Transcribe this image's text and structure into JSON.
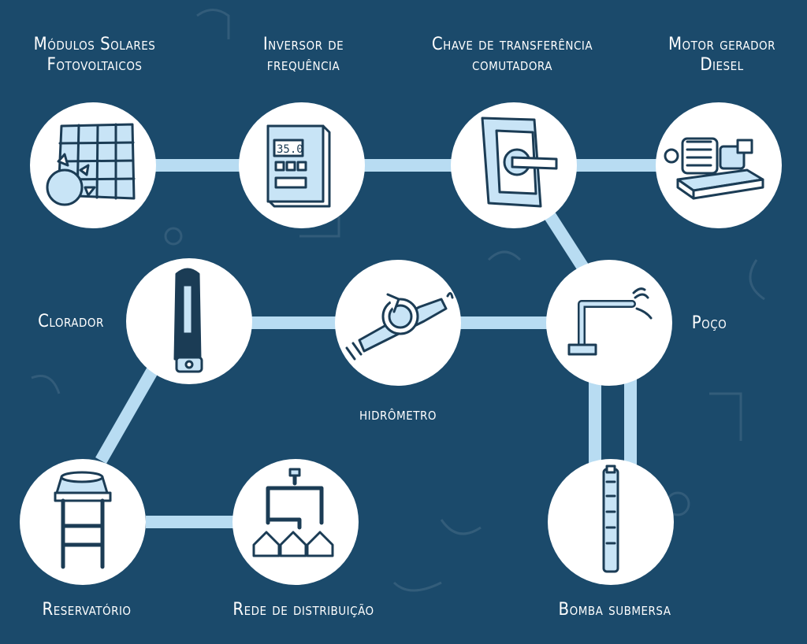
{
  "colors": {
    "background": "#1b4a6b",
    "connector": "#b8dcf2",
    "node_fill": "#ffffff",
    "icon_fill": "#c8e4f6",
    "icon_stroke": "#1b3c55",
    "text": "#ffffff"
  },
  "nodes": {
    "solar": {
      "line1": "Módulos Solares",
      "line2": "Fotovoltaicos",
      "icon": "solar-panel-icon"
    },
    "inverter": {
      "line1": "Inversor de",
      "line2": "frequência",
      "icon": "frequency-inverter-icon",
      "display": "35.0"
    },
    "switch": {
      "line1": "Chave de transferência",
      "line2": "comutadora",
      "icon": "transfer-switch-icon"
    },
    "generator": {
      "line1": "Motor gerador",
      "line2": "Diesel",
      "icon": "diesel-generator-icon"
    },
    "chlorinator": {
      "line1": "Clorador",
      "icon": "chlorinator-icon"
    },
    "meter": {
      "line1": "hidrômetro",
      "icon": "water-meter-icon"
    },
    "well": {
      "line1": "Poço",
      "icon": "well-icon"
    },
    "reservoir": {
      "line1": "Reservatório",
      "icon": "water-tower-icon"
    },
    "network": {
      "line1": "Rede de distribuição",
      "icon": "distribution-network-icon"
    },
    "pump": {
      "line1": "Bomba submersa",
      "icon": "submersible-pump-icon"
    }
  }
}
